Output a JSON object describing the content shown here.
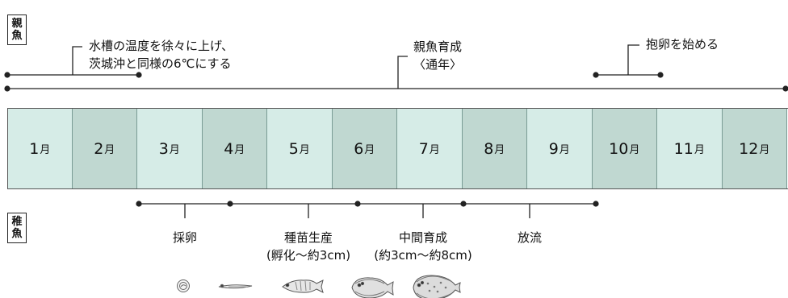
{
  "labels": {
    "parent": [
      "親",
      "魚"
    ],
    "juvenile": [
      "稚",
      "魚"
    ]
  },
  "parent_notes": {
    "temp_line1": "水槽の温度を徐々に上げ、",
    "temp_line2": "茨城沖と同様の6℃にする",
    "rearing_line1": "親魚育成",
    "rearing_line2": "〈通年〉",
    "spawn": "抱卵を始める"
  },
  "months": [
    {
      "num": "1",
      "unit": "月"
    },
    {
      "num": "2",
      "unit": "月"
    },
    {
      "num": "3",
      "unit": "月"
    },
    {
      "num": "4",
      "unit": "月"
    },
    {
      "num": "5",
      "unit": "月"
    },
    {
      "num": "6",
      "unit": "月"
    },
    {
      "num": "7",
      "unit": "月"
    },
    {
      "num": "8",
      "unit": "月"
    },
    {
      "num": "9",
      "unit": "月"
    },
    {
      "num": "10",
      "unit": "月"
    },
    {
      "num": "11",
      "unit": "月"
    },
    {
      "num": "12",
      "unit": "月"
    }
  ],
  "juvenile_stages": {
    "egg_collection": "採卵",
    "seed_line1": "種苗生産",
    "seed_line2": "(孵化〜約3cm)",
    "mid_line1": "中間育成",
    "mid_line2": "(約3cm〜約8cm)",
    "release": "放流"
  },
  "growth_icons": [
    "egg-icon",
    "larva-icon",
    "juvenile-fish-icon",
    "young-flounder-icon",
    "flounder-icon"
  ],
  "colors": {
    "month_light": "#d6ece7",
    "month_dark": "#c0d8d1",
    "line": "#222222"
  }
}
